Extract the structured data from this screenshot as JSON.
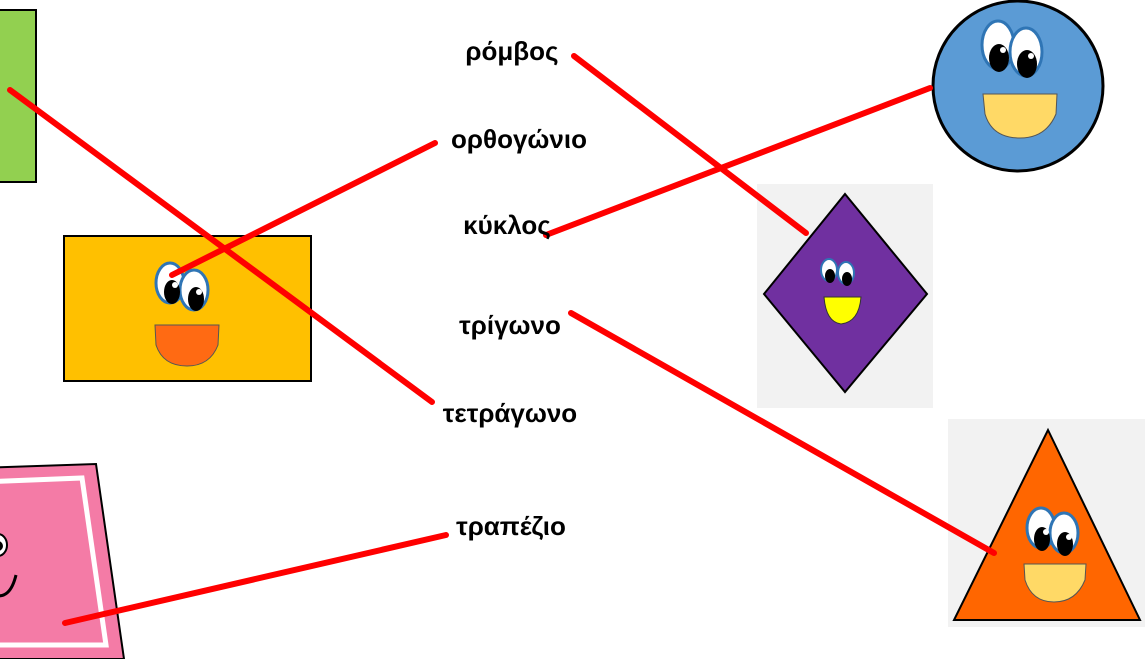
{
  "words": [
    {
      "id": "rombos",
      "text": "ρόμβος"
    },
    {
      "id": "orthogonio",
      "text": "ορθογώνιο"
    },
    {
      "id": "kyklos",
      "text": "κύκλος"
    },
    {
      "id": "trigono",
      "text": "τρίγωνο"
    },
    {
      "id": "tetragono",
      "text": "τετράγωνο"
    },
    {
      "id": "trapezio",
      "text": "τραπέζιο"
    }
  ],
  "shapes": {
    "square": {
      "color": "#92d050"
    },
    "rectangle": {
      "color": "#ffc000",
      "mouth": "#ff6a13"
    },
    "trapezoid": {
      "color": "#f47ba6"
    },
    "circle": {
      "color": "#5b9bd5",
      "mouth": "#ffd966"
    },
    "rhombus": {
      "color": "#7030a0",
      "mouth": "#ffff00"
    },
    "triangle": {
      "color": "#ff6600",
      "mouth": "#ffd966"
    }
  },
  "connections": [
    {
      "from": "square",
      "to": "tetragono"
    },
    {
      "from": "rectangle",
      "to": "orthogonio"
    },
    {
      "from": "trapezoid",
      "to": "trapezio"
    },
    {
      "from": "circle",
      "to": "kyklos"
    },
    {
      "from": "rhombus",
      "to": "rombos"
    },
    {
      "from": "triangle",
      "to": "trigono"
    }
  ],
  "line_color": "#ff0000"
}
